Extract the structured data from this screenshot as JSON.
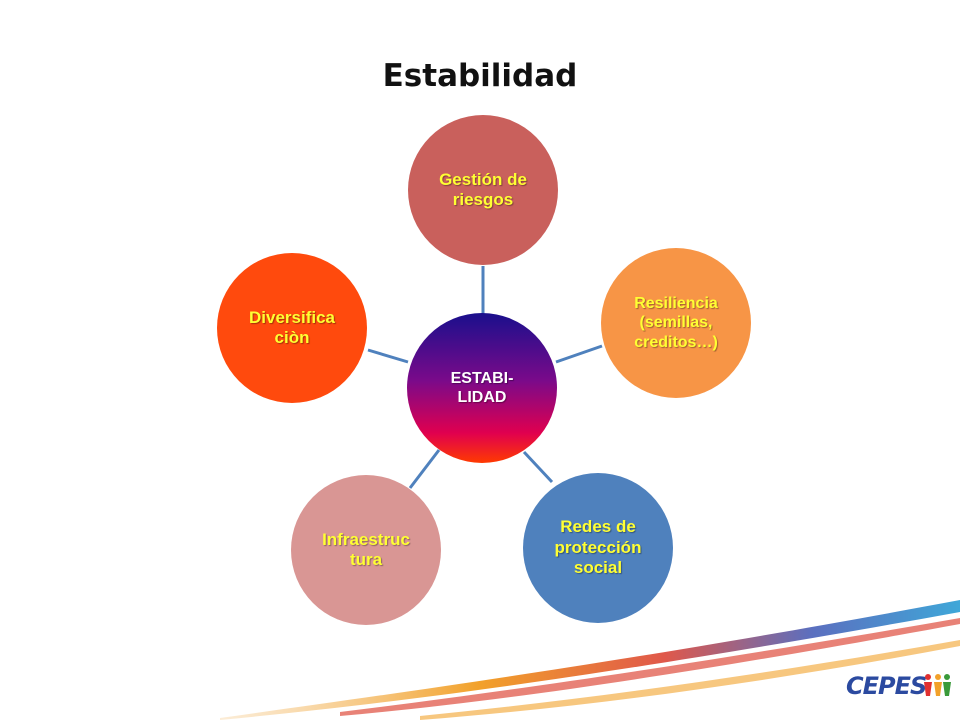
{
  "title": "Estabilidad",
  "center": {
    "label": "ESTABI-\nLIDAD",
    "text_color": "#ffffff"
  },
  "nodes": [
    {
      "label": "Gestión de\nriesgos",
      "color": "#c9605c",
      "text_color": "#ffff33"
    },
    {
      "label": "Resiliencia\n(semillas,\ncreditos…)",
      "color": "#f79546",
      "text_color": "#ffff33"
    },
    {
      "label": "Redes de\nprotección\nsocial",
      "color": "#4f81bd",
      "text_color": "#ffff33"
    },
    {
      "label": "Infraestruc\ntura",
      "color": "#d99694",
      "text_color": "#ffff33"
    },
    {
      "label": "Diversifica\nciòn",
      "color": "#ff4a0d",
      "text_color": "#ffff33"
    }
  ],
  "connector_color": "#4f81bd",
  "logo": {
    "text": "CEPES",
    "color": "#2b4aa0"
  }
}
